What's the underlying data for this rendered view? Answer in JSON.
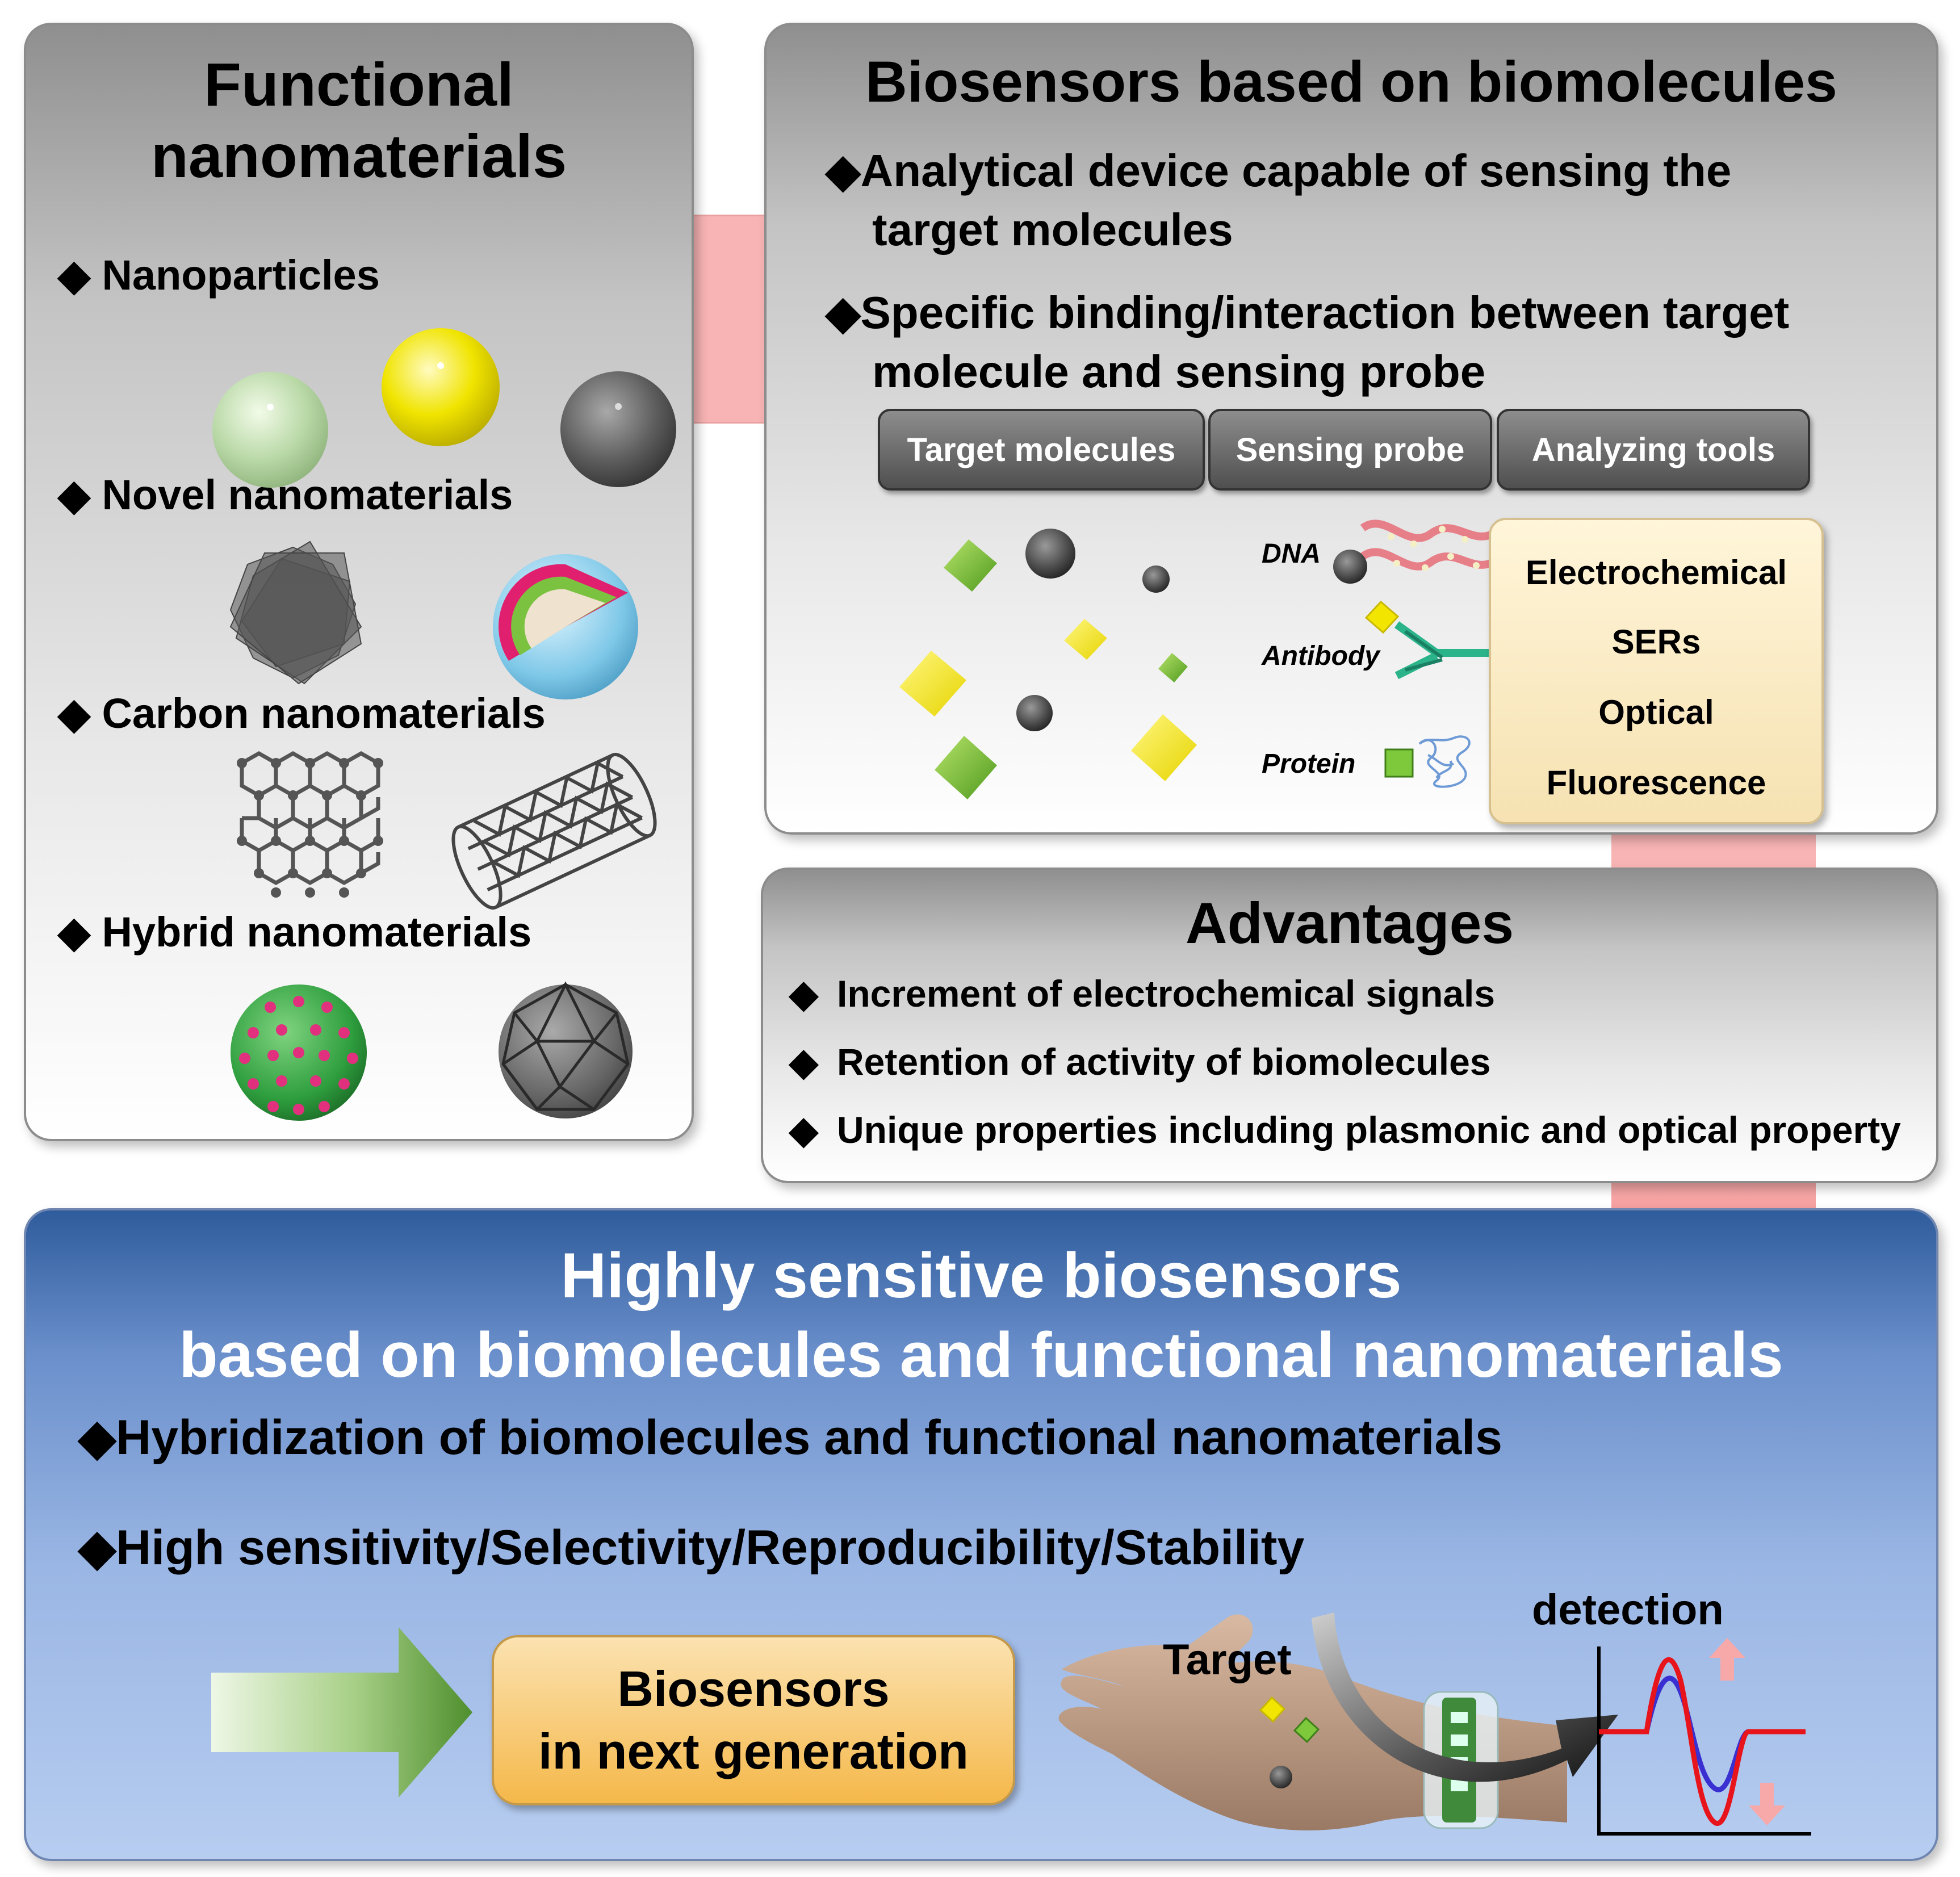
{
  "left_panel": {
    "title_line1": "Functional",
    "title_line2": "nanomaterials",
    "items": [
      {
        "label": "Nanoparticles"
      },
      {
        "label": "Novel nanomaterials"
      },
      {
        "label": "Carbon nanomaterials"
      },
      {
        "label": "Hybrid nanomaterials"
      }
    ]
  },
  "right_top_panel": {
    "title": "Biosensors based on biomolecules",
    "bullet1_line1": "Analytical device capable of sensing the",
    "bullet1_line2": "target molecules",
    "bullet2_line1": "Specific binding/interaction between target",
    "bullet2_line2": "molecule and sensing probe",
    "tabs": [
      "Target molecules",
      "Sensing probe",
      "Analyzing tools"
    ],
    "probes": [
      "DNA",
      "Antibody",
      "Protein"
    ],
    "tools": [
      "Electrochemical",
      "SERs",
      "Optical",
      "Fluorescence"
    ]
  },
  "advantages_panel": {
    "title": "Advantages",
    "items": [
      "Increment of electrochemical signals",
      "Retention of activity of biomolecules",
      "Unique properties including plasmonic and optical property"
    ]
  },
  "bottom_panel": {
    "title_line1": "Highly sensitive biosensors",
    "title_line2": "based on biomolecules and functional nanomaterials",
    "bullet1": "Hybridization of biomolecules and functional nanomaterials",
    "bullet2": "High sensitivity/Selectivity/Reproducibility/Stability",
    "next_gen_line1": "Biosensors",
    "next_gen_line2": "in next generation",
    "target_label": "Target",
    "detection_label": "detection"
  },
  "symbols": {
    "bullet": "◆"
  },
  "colors": {
    "arrow_pink": "#f7a9a9",
    "blue_panel": "#6a8fcb",
    "orange_box": "#f5b84a",
    "green_arrow": "#5a9a3c",
    "signal_red": "#e8141c",
    "signal_blue": "#3a2fd0"
  }
}
